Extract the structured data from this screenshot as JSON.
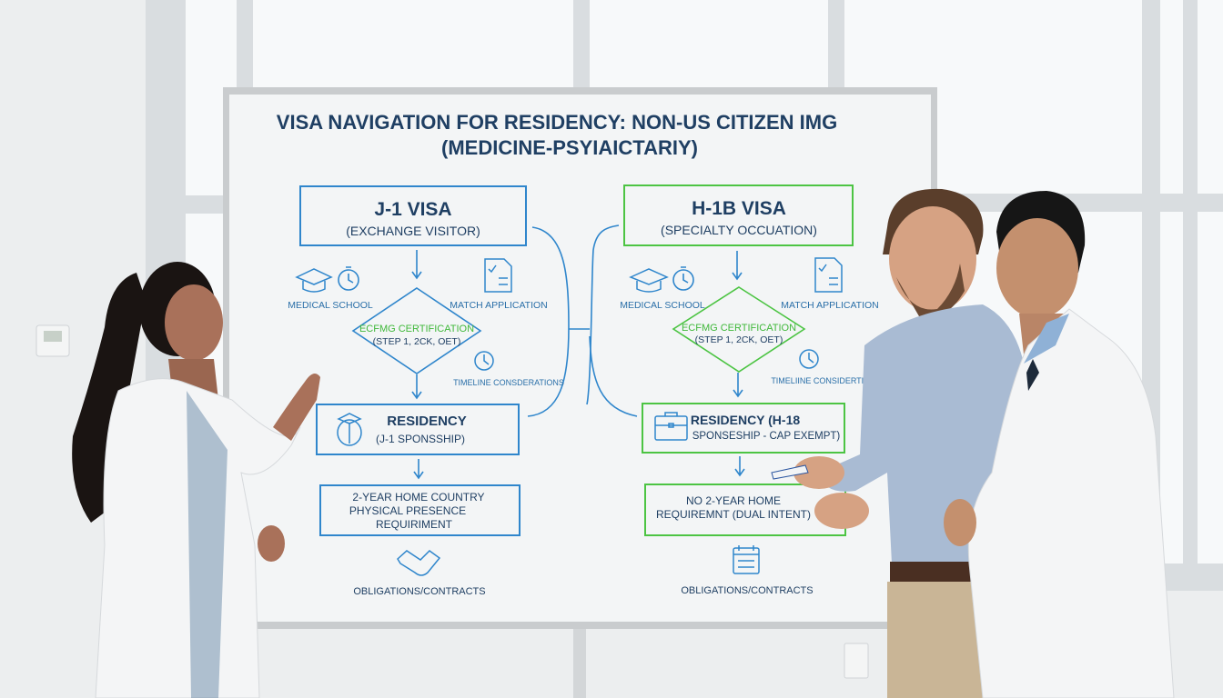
{
  "board": {
    "title_line1": "VISA NAVIGATION FOR RESIDENCY: NON-US CITIZEN IMG",
    "title_line2": "(MEDICINE-PSYIAICTARIY)",
    "left": {
      "visa_title": "J-1 VISA",
      "visa_subtitle": "(EXCHANGE VISITOR)",
      "medical_school": "MEDICAL SCHOOL",
      "match_application": "MATCH APPLICATION",
      "ecfmg_title": "ECFMG CERTIFICATION",
      "ecfmg_sub": "(STEP 1, 2CK, OET)",
      "timeline": "TIMELINE CONSDERATIONS",
      "residency_title": "RESIDENCY",
      "residency_sub": "(J-1 SPONSSHIP)",
      "req_line1": "2-YEAR HOME COUNTRY",
      "req_line2": "PHYSICAL PRESENCE",
      "req_line3": "REQUIRIMENT",
      "obligations": "OBLIGATIONS/CONTRACTS"
    },
    "right": {
      "visa_title": "H-1B VISA",
      "visa_subtitle": "(SPECIALTY OCCUATION)",
      "medical_school": "MEDICAL SCHOOL",
      "match_application": "MATCH APPLICATION",
      "ecfmg_title": "ECFMG CERTIFICATION",
      "ecfmg_sub": "(STEP 1, 2CK, OET)",
      "timeline": "TIMELIINE CONSIDERTIONS",
      "residency_line1": "RESIDENCY (H-18",
      "residency_line2": "SPONSESHIP - CAP EXEMPT)",
      "req_line1": "NO 2-YEAR HOME",
      "req_line2": "REQUIREMNT (DUAL INTENT)",
      "obligations": "OBLIGATIONS/CONTRACTS"
    },
    "colors": {
      "j1": "#2f86cc",
      "h1b": "#4cc443",
      "title": "#1f3f63"
    }
  }
}
